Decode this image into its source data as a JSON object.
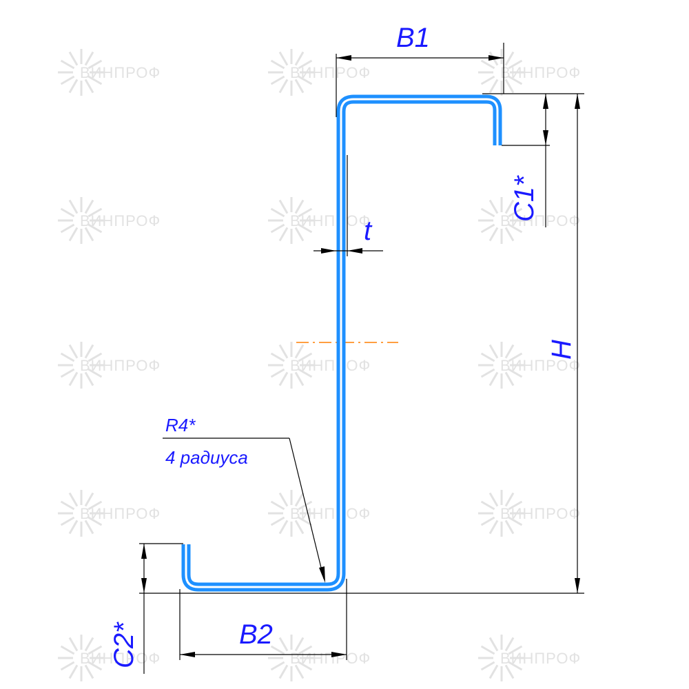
{
  "watermark": {
    "text": "ВИНПРОФ",
    "color": "#e2e2e2"
  },
  "colors": {
    "profile_outer": "#1e90ff",
    "profile_inner": "#ffffff",
    "labels": "#1a1aff",
    "dimension_lines": "#000000",
    "center_line": "#ff7f00"
  },
  "labels": {
    "b1": "B1",
    "b2": "B2",
    "c1": "C1*",
    "c2": "C2*",
    "h": "H",
    "t": "t",
    "radius_note": "R4*",
    "radius_count": "4 радиуса"
  }
}
